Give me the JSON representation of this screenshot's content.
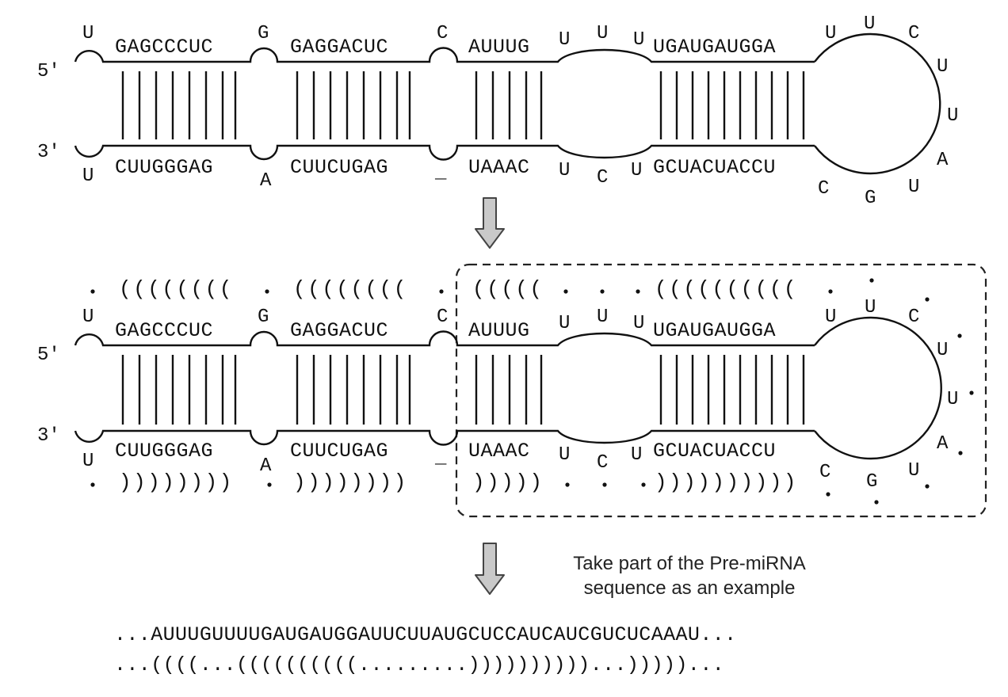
{
  "top": {
    "end5": "5'",
    "end3": "3'",
    "top_seg": [
      "GAGCCCUC",
      "GAGGACUC",
      "AUUUG",
      "UGAUGAUGGA"
    ],
    "bot_seg": [
      "CUUGGGAG",
      "CUUCUGAG",
      "UAAAC",
      "GCUACUACCU"
    ],
    "bulge_top": [
      "U",
      "G",
      "C"
    ],
    "bulge_bot": [
      "U",
      "A",
      "_"
    ],
    "int_top": [
      "U",
      "U",
      "U"
    ],
    "int_bot": [
      "U",
      "C",
      "U"
    ],
    "loop": [
      "U",
      "U",
      "C",
      "U",
      "U",
      "A",
      "U",
      "G",
      "C"
    ]
  },
  "mid": {
    "end5": "5'",
    "end3": "3'",
    "top_seg": [
      "GAGCCCUC",
      "GAGGACUC",
      "AUUUG",
      "UGAUGAUGGA"
    ],
    "bot_seg": [
      "CUUGGGAG",
      "CUUCUGAG",
      "UAAAC",
      "GCUACUACCU"
    ],
    "bulge_top": [
      "U",
      "G",
      "C"
    ],
    "bulge_bot": [
      "U",
      "A",
      "_"
    ],
    "int_top": [
      "U",
      "U",
      "U"
    ],
    "int_bot": [
      "U",
      "C",
      "U"
    ],
    "loop": [
      "U",
      "U",
      "C",
      "U",
      "U",
      "A",
      "U",
      "G",
      "C"
    ],
    "dot_top": [
      "((((((((",
      "((((((((",
      "(((((",
      "(((((((((("
    ],
    "dot_bot": [
      "))))))))",
      "))))))))",
      ")))))",
      "))))))))))"
    ]
  },
  "caption": [
    "Take part of the Pre-miRNA",
    "sequence as an example"
  ],
  "bottom": {
    "sequence": "...AUUUGUUUUGAUGAUGGAUUCUUAUGCUCCAUCAUCGUCUCAAAU...",
    "dot_bracket": "...((((...((((((((((.........))))))))))...)))))..."
  }
}
